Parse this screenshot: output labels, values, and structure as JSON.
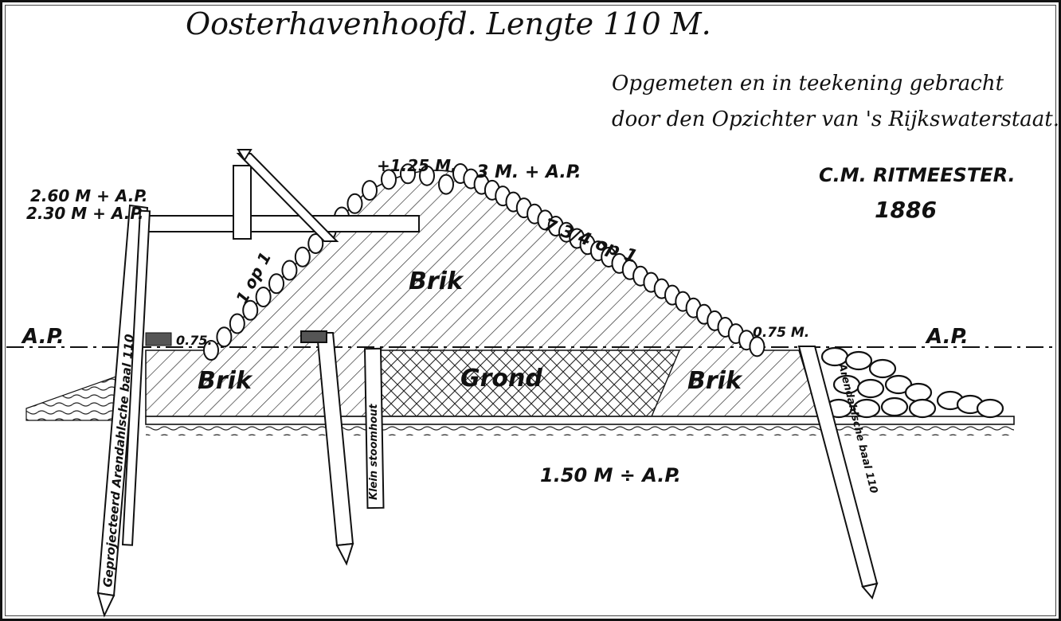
{
  "title": "Oosterhavenhoofd. Lengte 110 M.",
  "note_line1": "Opgemeten en in teekening gebracht",
  "note_line2": "door den Opzichter van 's Rijkswaterstaat.",
  "author": "C.M. RITMEESTER.",
  "year": "1886",
  "crest_level": "+1.25 M.",
  "top_level": "3 M. + A.P.",
  "slope_left": "1 op 1",
  "slope_right": "7 3/4 op 1",
  "level_260": "2.60 M + A.P.",
  "level_230": "2.30 M + A.P.",
  "level_075_left": "0.75.",
  "level_075_right": "0.75 M.",
  "ap_left": "A.P.",
  "ap_right": "A.P.",
  "bottom_level": "1.50 M ÷ A.P.",
  "brik_top": "Brik",
  "brik_left": "Brik",
  "brik_right": "Brik",
  "grond": "Grond",
  "pile_left_text": "Geprojecteerd Arendahlsche baal 110",
  "pile_mid_text": "Klein stoomhout",
  "pile_right_text": "Arendahlsche baal 110"
}
